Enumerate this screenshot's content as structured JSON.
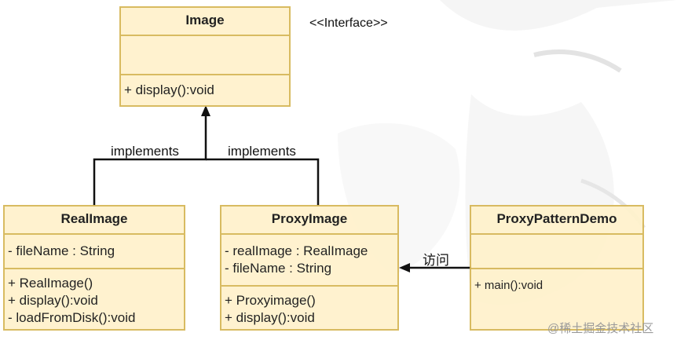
{
  "interface_box": {
    "name": "Image",
    "stereotype": "<<Interface>>",
    "methods": [
      "+ display():void"
    ]
  },
  "real_image": {
    "name": "RealImage",
    "attributes": [
      "- fileName : String"
    ],
    "methods": [
      "+ RealImage()",
      "+ display():void",
      "- loadFromDisk():void"
    ]
  },
  "proxy_image": {
    "name": "ProxyImage",
    "attributes": [
      "- realImage : RealImage",
      "- fileName : String"
    ],
    "methods": [
      "+ Proxyimage()",
      "+ display():void"
    ]
  },
  "demo": {
    "name": "ProxyPatternDemo",
    "methods": [
      "+ main():void"
    ]
  },
  "edges": {
    "implements_left": "implements",
    "implements_right": "implements",
    "access": "访问"
  },
  "watermark": "@稀土掘金技术社区",
  "colors": {
    "box_fill": "#fff2cc",
    "box_border": "#d6b656",
    "line": "#111111"
  }
}
